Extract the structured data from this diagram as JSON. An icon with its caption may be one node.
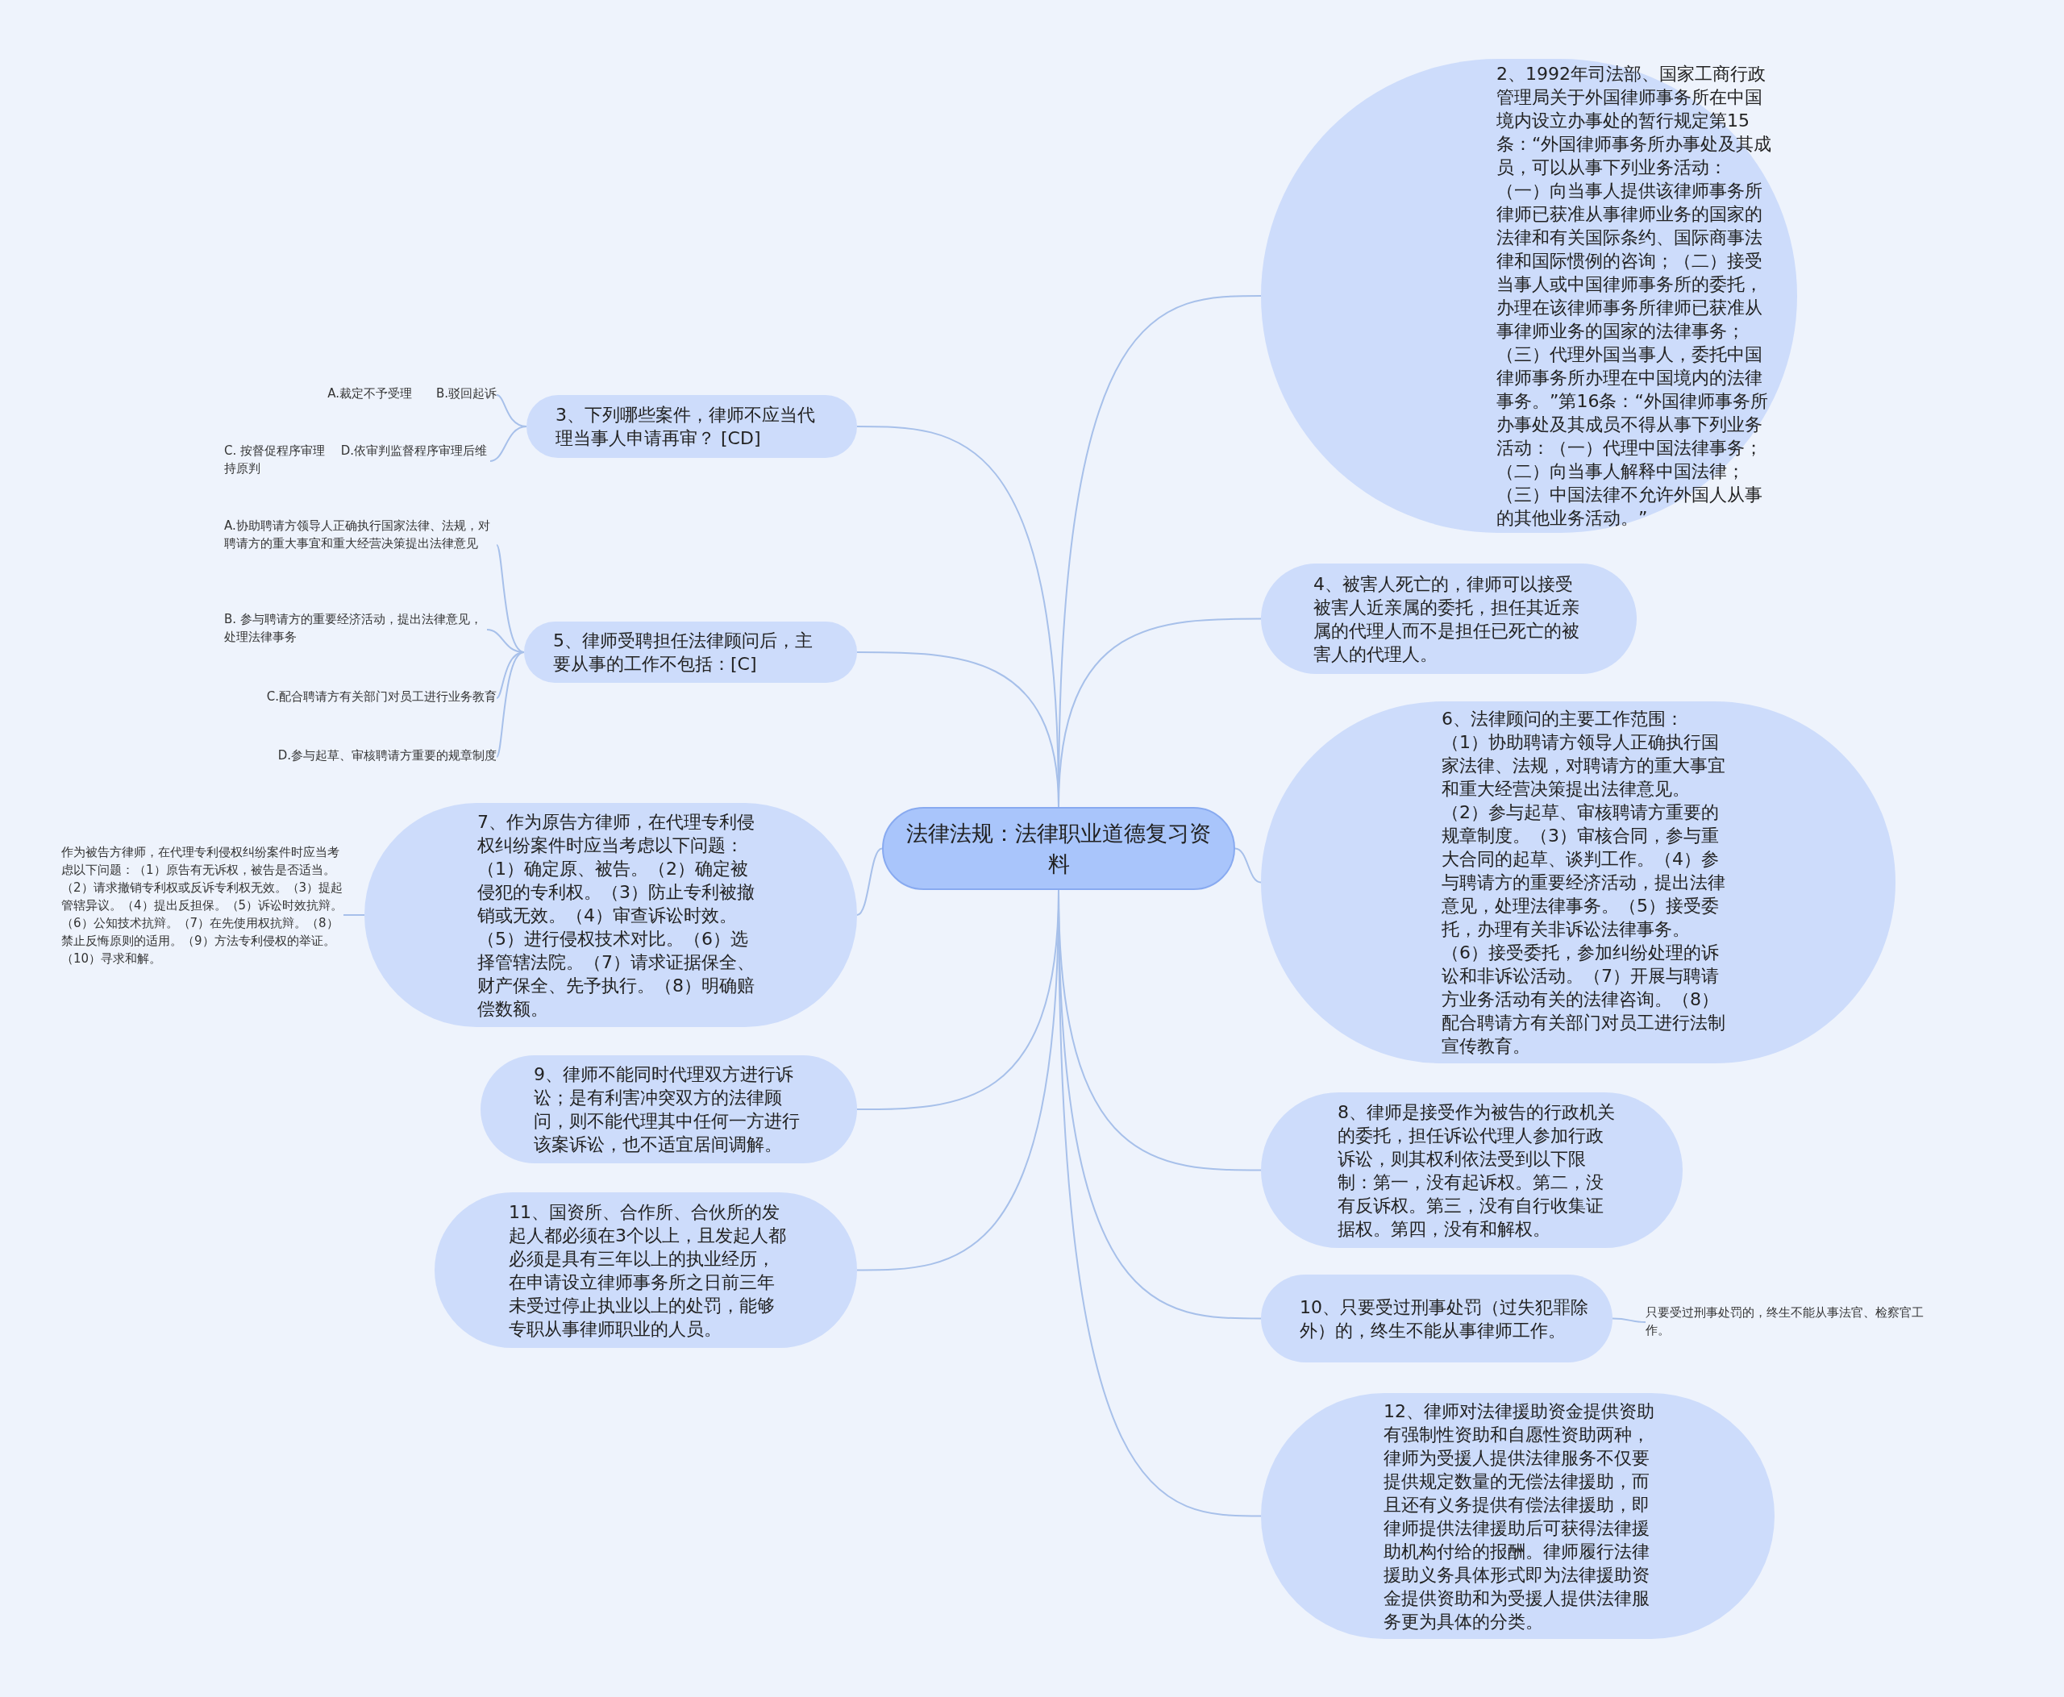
{
  "diagram": {
    "nodes": [
      {
        "text": [
          "法律法规：法律职业道德复习资料"
        ]
      },
      {
        "text": [
          "2、1992年司法部、国家工商行政管理局关于外国律师事务所在中国境内设立办事处的暂行规定第15条：“外国律师事务所办事处及其成员，可以从事下列业务活动：（一）向当事人提供该律师事务所律师已获准从事律师业务的国家的法律和有关国际条约、国际商事法律和国际惯例的咨询；（二）接受当事人或中国律师事务所的委托，办理在该律师事务所律师已获准从事律师业务的国家的法律事务；（三）代理外国当事人，委托中国律师事务所办理在中国境内的法律事务。”第16条：“外国律师事务所办事处及其成员不得从事下列业务活动：（一）代理中国法律事务；（二）向当事人解释中国法律；（三）中国法律不允许外国人从事的其他业务活动。”"
        ]
      },
      {
        "text": [
          "4、被害人死亡的，律师可以接受被害人近亲属的委托，担任其近亲属的代理人而不是担任已死亡的被害人的代理人。"
        ]
      },
      {
        "text": [
          "6、法律顾问的主要工作范围：（1）协助聘请方领导人正确执行国家法律、法规，对聘请方的重大事宜和重大经营决策提出法律意见。（2）参与起草、审核聘请方重要的规章制度。（3）审核合同，参与重大合同的起草、谈判工作。（4）参与聘请方的重要经济活动，提出法律意见，处理法律事务。（5）接受委托，办理有关非诉讼法律事务。（6）接受委托，参加纠纷处理的诉讼和非诉讼活动。（7）开展与聘请方业务活动有关的法律咨询。（8）配合聘请方有关部门对员工进行法制宣传教育。"
        ]
      },
      {
        "text": [
          "8、律师是接受作为被告的行政机关的委托，担任诉讼代理人参加行政诉讼，则其权利依法受到以下限制：第一，没有起诉权。第二，没有反诉权。第三，没有自行收集证据权。第四，没有和解权。"
        ]
      },
      {
        "text": [
          "10、只要受过刑事处罚（过失犯罪除外）的，终生不能从事律师工作。"
        ]
      },
      {
        "text": [
          "只要受过刑事处罚的，终生不能从事法官、检察官工作。"
        ]
      },
      {
        "text": [
          "12、律师对法律援助资金提供资助有强制性资助和自愿性资助两种，律师为受援人提供法律服务不仅要提供规定数量的无偿法律援助，而且还有义务提供有偿法律援助，即律师提供法律援助后可获得法律援助机构付给的报酬。律师履行法律援助义务具体形式即为法律援助资金提供资助和为受援人提供法律服务更为具体的分类。"
        ]
      },
      {
        "text": [
          "3、下列哪些案件，律师不应当代理当事人申请再审？ [CD]"
        ]
      },
      {
        "text": [
          "A.裁定不予受理　　B.驳回起诉"
        ]
      },
      {
        "text": [
          "C. 按督促程序审理　 D.依审判监督程序审理后维持原判"
        ]
      },
      {
        "text": [
          "5、律师受聘担任法律顾问后，主要从事的工作不包括：[C]"
        ]
      },
      {
        "text": [
          "A.协助聘请方领导人正确执行国家法律、法规，对聘请方的重大事宜和重大经营决策提出法律意见"
        ]
      },
      {
        "text": [
          "B. 参与聘请方的重要经济活动，提出法律意见，处理法律事务"
        ]
      },
      {
        "text": [
          "C.配合聘请方有关部门对员工进行业务教育"
        ]
      },
      {
        "text": [
          "D.参与起草、审核聘请方重要的规章制度"
        ]
      },
      {
        "text": [
          "7、作为原告方律师，在代理专利侵权纠纷案件时应当考虑以下问题：（1）确定原、被告。（2）确定被侵犯的专利权。（3）防止专利被撤销或无效。（4）审查诉讼时效。（5）进行侵权技术对比。（6）选择管辖法院。（7）请求证据保全、财产保全、先予执行。（8）明确赔偿数额。"
        ]
      },
      {
        "text": [
          "作为被告方律师，在代理专利侵权纠纷案件时应当考虑以下问题：（1）原告有无诉权，被告是否适当。（2）请求撤销专利权或反诉专利权无效。（3）提起管辖异议。（4）提出反担保。（5）诉讼时效抗辩。（6）公知技术抗辩。（7）在先使用权抗辩。（8）禁止反悔原则的适用。（9）方法专利侵权的举证。（10）寻求和解。"
        ]
      },
      {
        "text": [
          "9、律师不能同时代理双方进行诉讼；是有利害冲突双方的法律顾问，则不能代理其中任何一方进行该案诉讼，也不适宜居间调解。"
        ]
      },
      {
        "text": [
          "11、国资所、合作所、合伙所的发起人都必须在3个以上，且发起人都必须是具有三年以上的执业经历，在申请设立律师事务所之日前三年未受过停止执业以上的处罚，能够专职从事律师职业的人员。"
        ]
      }
    ],
    "edges": [
      {
        "from": 0,
        "to": 1,
        "arrow": "none"
      },
      {
        "from": 0,
        "to": 2,
        "arrow": "none"
      },
      {
        "from": 0,
        "to": 3,
        "arrow": "none"
      },
      {
        "from": 0,
        "to": 4,
        "arrow": "none"
      },
      {
        "from": 0,
        "to": 5,
        "arrow": "none"
      },
      {
        "from": 5,
        "to": 6,
        "arrow": "none"
      },
      {
        "from": 0,
        "to": 7,
        "arrow": "none"
      },
      {
        "from": 0,
        "to": 8,
        "arrow": "none"
      },
      {
        "from": 8,
        "to": 9,
        "arrow": "none"
      },
      {
        "from": 8,
        "to": 10,
        "arrow": "none"
      },
      {
        "from": 0,
        "to": 11,
        "arrow": "none"
      },
      {
        "from": 11,
        "to": 12,
        "arrow": "none"
      },
      {
        "from": 11,
        "to": 13,
        "arrow": "none"
      },
      {
        "from": 11,
        "to": 14,
        "arrow": "none"
      },
      {
        "from": 11,
        "to": 15,
        "arrow": "none"
      },
      {
        "from": 0,
        "to": 16,
        "arrow": "none"
      },
      {
        "from": 16,
        "to": 17,
        "arrow": "none"
      },
      {
        "from": 0,
        "to": 18,
        "arrow": "none"
      },
      {
        "from": 0,
        "to": 19,
        "arrow": "none"
      }
    ]
  }
}
